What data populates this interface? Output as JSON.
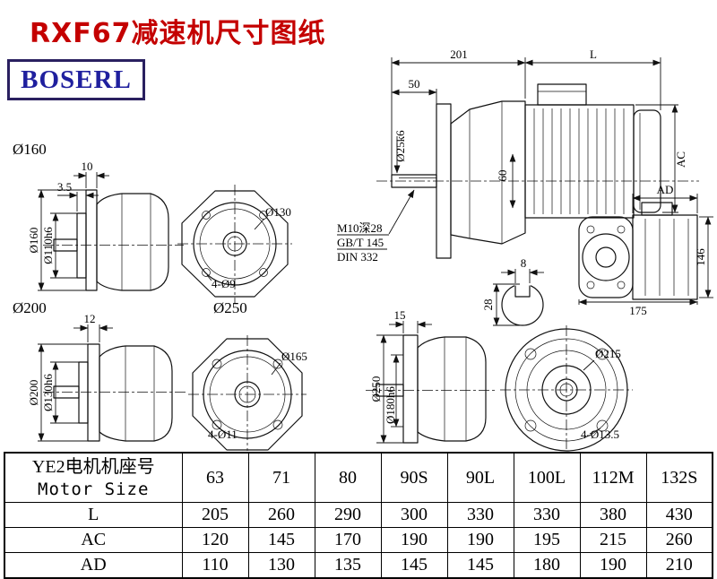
{
  "title": "RXF67减速机尺寸图纸",
  "logo": "BOSERL",
  "sections": {
    "label_160": "Ø160",
    "label_200": "Ø200",
    "label_250": "Ø250"
  },
  "main_view": {
    "dim_length_gear": "201",
    "dim_length_motor": "L",
    "dim_shaft_len": "50",
    "dim_shaft_dia": "Ø25k6",
    "dim_pilot": "60",
    "dim_motor_height": "AC",
    "note_thread": "M10深28",
    "note_std1": "GB/T 145",
    "note_std2": "DIN 332"
  },
  "key_section": {
    "dim_key_width": "8",
    "dim_height": "28"
  },
  "right_view": {
    "dim_ad": "AD",
    "dim_146": "146",
    "dim_175": "175"
  },
  "view160": {
    "dim_flange_thk": "10",
    "dim_spigot": "3.5",
    "dim_od": "Ø160",
    "dim_pilot": "Ø110h6",
    "bolt_circle": "Ø130",
    "holes": "4-Ø9"
  },
  "view200": {
    "dim_flange_thk": "12",
    "dim_od": "Ø200",
    "dim_pilot": "Ø130h6",
    "bolt_circle": "Ø165",
    "holes": "4-Ø11"
  },
  "view250": {
    "dim_flange_thk": "15",
    "dim_od": "Ø250",
    "dim_pilot": "Ø180h6",
    "bolt_circle": "Ø215",
    "holes": "4-Ø13.5"
  },
  "table": {
    "header_cn": "YE2电机机座号",
    "header_en": "Motor Size",
    "sizes": [
      "63",
      "71",
      "80",
      "90S",
      "90L",
      "100L",
      "112M",
      "132S"
    ],
    "rows": [
      {
        "label": "L",
        "values": [
          "205",
          "260",
          "290",
          "300",
          "330",
          "330",
          "380",
          "430"
        ]
      },
      {
        "label": "AC",
        "values": [
          "120",
          "145",
          "170",
          "190",
          "190",
          "195",
          "215",
          "260"
        ]
      },
      {
        "label": "AD",
        "values": [
          "110",
          "130",
          "135",
          "145",
          "145",
          "180",
          "190",
          "210"
        ]
      }
    ]
  }
}
